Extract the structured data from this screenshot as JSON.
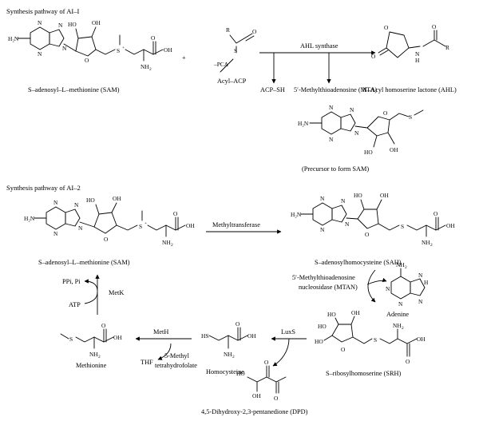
{
  "colors": {
    "ink": "#000000",
    "background": "#ffffff"
  },
  "sections": {
    "ai1_title": "Synthesis pathway of AI–I",
    "ai2_title": "Synthesis pathway of AI–2"
  },
  "ai1": {
    "sam_label": "S–adenosyl–L–methionine (SAM)",
    "plus": "+",
    "acyl_acp": "Acyl–ACP",
    "enzyme": "AHL synthase",
    "product_ahl": "N–Acyl homoserine lactone (AHL)",
    "acp_sh": "ACP–SH",
    "mta": "5′-Methylthioadenosine (MTA)",
    "precursor": "(Precursor to form SAM)"
  },
  "ai2": {
    "sam_label": "S–adenosyl–L–methionine (SAM)",
    "methyltransferase": "Methyltransferase",
    "sah": "S–adenosylhomocysteine (SAH)",
    "mtan_line1": "5′-Methylthioadenosine",
    "mtan_line2": "nucleosidase (MTAN)",
    "adenine": "Adenine",
    "srh": "S–ribosylhomoserine (SRH)",
    "luxs": "LuxS",
    "dpd": "4,5-Dihydroxy-2,3-pentanedione (DPD)",
    "homocysteine": "Homocysteine",
    "meth": "MetH",
    "methyl_thf_line1": "5-Methyl",
    "methyl_thf_line2": "tetrahydrofolate",
    "thf": "THF",
    "methionine": "Methionine",
    "metk": "MetK",
    "ppi_pi": "PPi, Pi",
    "atp": "ATP"
  }
}
